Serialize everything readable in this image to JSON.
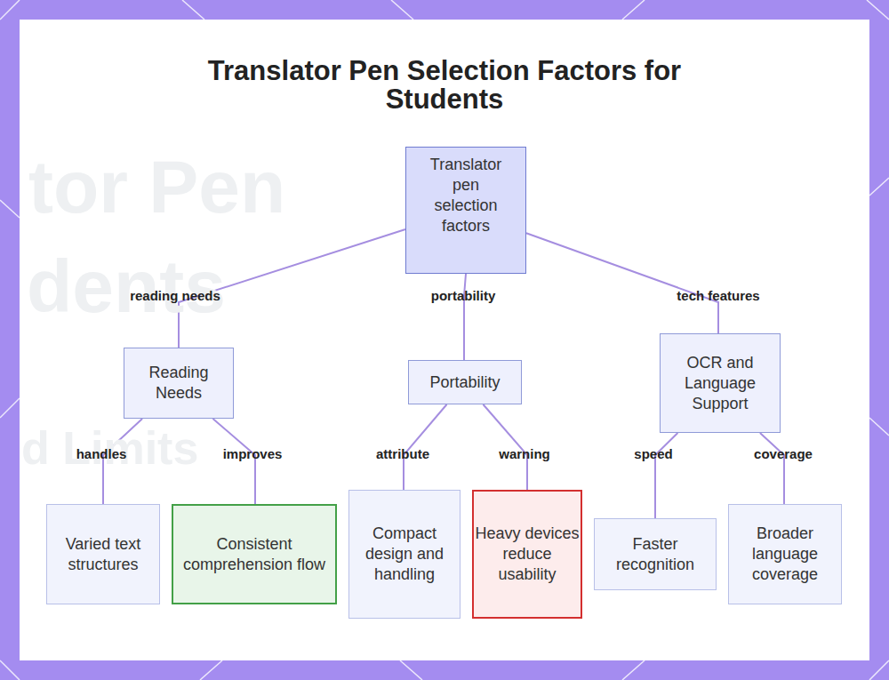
{
  "diagram": {
    "title": "Translator Pen Selection Factors for Students",
    "nodes": [
      {
        "text": [
          "Translator pen selection factors"
        ]
      },
      {
        "text": [
          "Reading Needs"
        ]
      },
      {
        "text": [
          "Portability"
        ]
      },
      {
        "text": [
          "OCR and Language Support"
        ]
      },
      {
        "text": [
          "Varied text structures"
        ]
      },
      {
        "text": [
          "Consistent comprehension flow"
        ]
      },
      {
        "text": [
          "Compact design and handling"
        ]
      },
      {
        "text": [
          "Heavy devices reduce usability"
        ]
      },
      {
        "text": [
          "Faster recognition"
        ]
      },
      {
        "text": [
          "Broader language coverage"
        ]
      }
    ],
    "edges": [
      {
        "from": 0,
        "to": 1,
        "label": "reading needs",
        "arrow": "none"
      },
      {
        "from": 0,
        "to": 2,
        "label": "portability",
        "arrow": "none"
      },
      {
        "from": 0,
        "to": 3,
        "label": "tech features",
        "arrow": "none"
      },
      {
        "from": 1,
        "to": 4,
        "label": "handles",
        "arrow": "none"
      },
      {
        "from": 1,
        "to": 5,
        "label": "improves",
        "arrow": "none"
      },
      {
        "from": 2,
        "to": 6,
        "label": "attribute",
        "arrow": "none"
      },
      {
        "from": 2,
        "to": 7,
        "label": "warning",
        "arrow": "none"
      },
      {
        "from": 3,
        "to": 8,
        "label": "speed",
        "arrow": "none"
      },
      {
        "from": 3,
        "to": 9,
        "label": "coverage",
        "arrow": "none"
      }
    ],
    "labels": [
      "tor Pen",
      "dents",
      "d Limits"
    ]
  }
}
